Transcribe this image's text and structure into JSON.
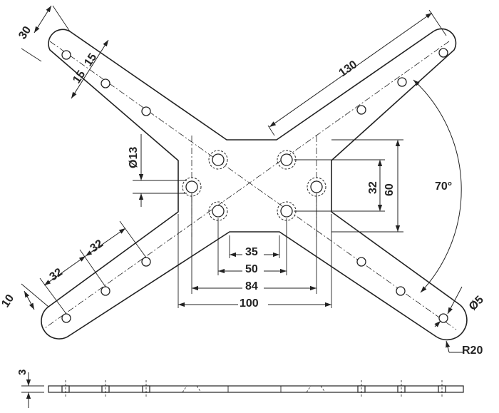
{
  "dimensions": {
    "arm_width": "30",
    "hole_pitch_a": "15",
    "hole_pitch_b": "15",
    "arm_length": "130",
    "hole_dia": "Ø13",
    "inner_32": "32",
    "inner_60": "60",
    "angle": "70°",
    "pitch_32_a": "32",
    "pitch_32_b": "32",
    "end_10": "10",
    "width_35": "35",
    "width_50": "50",
    "width_84": "84",
    "width_100": "100",
    "small_hole": "Ø5",
    "radius": "R20",
    "thickness": "3"
  }
}
